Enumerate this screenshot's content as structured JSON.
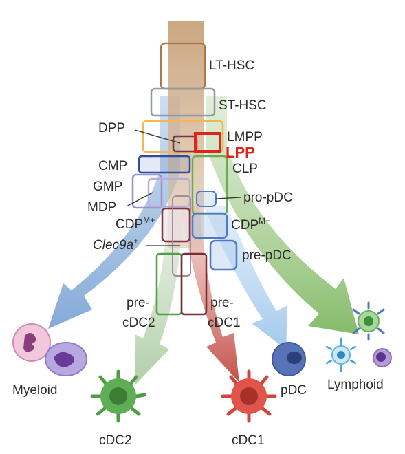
{
  "labels": {
    "lt_hsc": "LT-HSC",
    "st_hsc": "ST-HSC",
    "dpp": "DPP",
    "lmpp": "LMPP",
    "lpp": "LPP",
    "clp": "CLP",
    "cmp": "CMP",
    "gmp": "GMP",
    "mdp": "MDP",
    "cdp_base_plus": "CDP",
    "cdp_sup_plus": "M+",
    "cdp_base_minus": "CDP",
    "cdp_sup_minus": "M−",
    "pro_pdc": "pro-pDC",
    "clec9a_base": "Clec9a",
    "clec9a_sup": "+",
    "pre_pdc": "pre-pDC",
    "pre_cdc2_line1": "pre-",
    "pre_cdc2_line2": "cDC2",
    "pre_cdc1_line1": "pre-",
    "pre_cdc1_line2": "cDC1",
    "myeloid": "Myeloid",
    "cdc2": "cDC2",
    "cdc1": "cDC1",
    "pdc": "pDC",
    "lymphoid": "Lymphoid"
  },
  "colors": {
    "trunk": "#c9a27a",
    "myeloid_arrow": "#8fb3dc",
    "cdc2_arrow": "#b9d4b0",
    "cdc1_arrow": "#c0473f",
    "pdc_arrow": "#a9cdee",
    "lymphoid_arrow": "#8fc273",
    "lpp_highlight": "#e0231b",
    "box_lt_hsc": "#a87a4e",
    "box_st_hsc": "#8f9aa6",
    "box_dpp": "#f0b84e",
    "box_cmp": "#2d4c9c",
    "box_clp": "#6aaa55",
    "box_gmp": "#9b8fd0",
    "box_cdp_plus": "#7d3344",
    "box_cdp_minus": "#4e79c6",
    "box_pre_cdc2": "#4f9d46",
    "box_pre_cdc1": "#7d2a33"
  },
  "icons": [
    "neutrophil-icon",
    "monocyte-icon",
    "cdc2-cell-icon",
    "cdc1-cell-icon",
    "pdc-cell-icon",
    "lymphocyte-icon"
  ]
}
